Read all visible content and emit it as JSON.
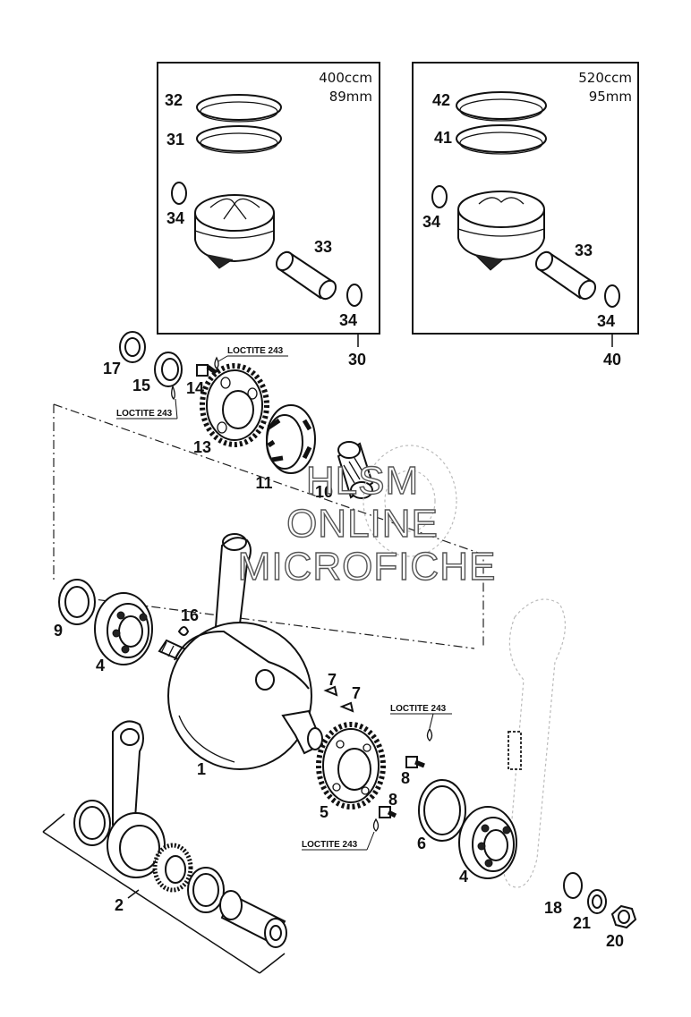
{
  "box_400": {
    "line1": "400ccm",
    "line2": "89mm",
    "ring_top": "32",
    "ring_bottom": "31",
    "clip_left": "34",
    "pin": "33",
    "clip_right": "34",
    "assembly": "30"
  },
  "box_520": {
    "line1": "520ccm",
    "line2": "95mm",
    "ring_top": "42",
    "ring_bottom": "41",
    "clip_left": "34",
    "pin": "33",
    "clip_right": "34",
    "assembly": "40"
  },
  "parts": {
    "p17": "17",
    "p15": "15",
    "p14": "14",
    "p13": "13",
    "p11": "11",
    "p10": "10",
    "p9": "9",
    "p4_left": "4",
    "p16": "16",
    "p1": "1",
    "p7_a": "7",
    "p7_b": "7",
    "p8_upper": "8",
    "p8_lower": "8",
    "p5": "5",
    "p6": "6",
    "p4_right": "4",
    "p2": "2",
    "p18": "18",
    "p21": "21",
    "p20": "20"
  },
  "loctite": {
    "upper_left": "LOCTITE 243",
    "gear_left": "LOCTITE 243",
    "right_upper": "LOCTITE 243",
    "right_lower": "LOCTITE 243"
  },
  "watermark": {
    "line1": "HLSM",
    "line2": "ONLINE",
    "line3": "MICROFICHE"
  }
}
